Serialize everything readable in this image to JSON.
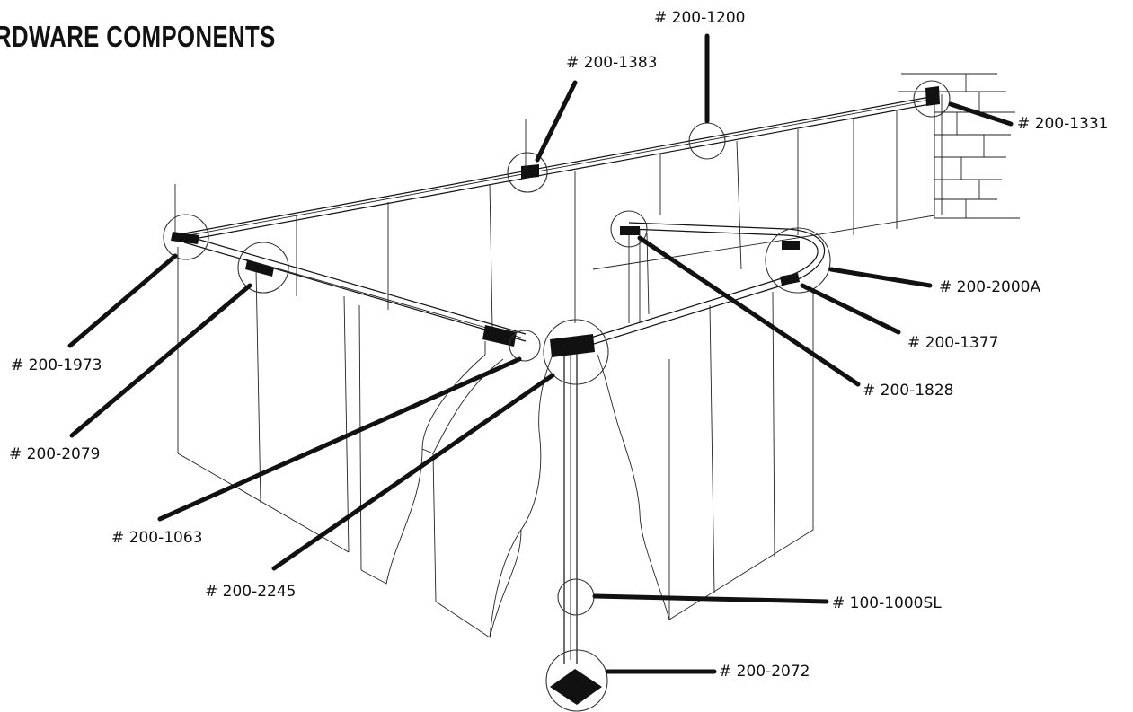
{
  "title": "RDWARE COMPONENTS",
  "parts": [
    {
      "id": "p1200",
      "label": "# 200-1200"
    },
    {
      "id": "p1383",
      "label": "# 200-1383"
    },
    {
      "id": "p1331",
      "label": "# 200-1331"
    },
    {
      "id": "p2000a",
      "label": "# 200-2000A"
    },
    {
      "id": "p1377",
      "label": "# 200-1377"
    },
    {
      "id": "p1828",
      "label": "# 200-1828"
    },
    {
      "id": "p1973",
      "label": "# 200-1973"
    },
    {
      "id": "p2079",
      "label": "# 200-2079"
    },
    {
      "id": "p1063",
      "label": "# 200-1063"
    },
    {
      "id": "p2245",
      "label": "# 200-2245"
    },
    {
      "id": "p1000sl",
      "label": "# 100-1000SL"
    },
    {
      "id": "p2072",
      "label": "# 200-2072"
    }
  ]
}
